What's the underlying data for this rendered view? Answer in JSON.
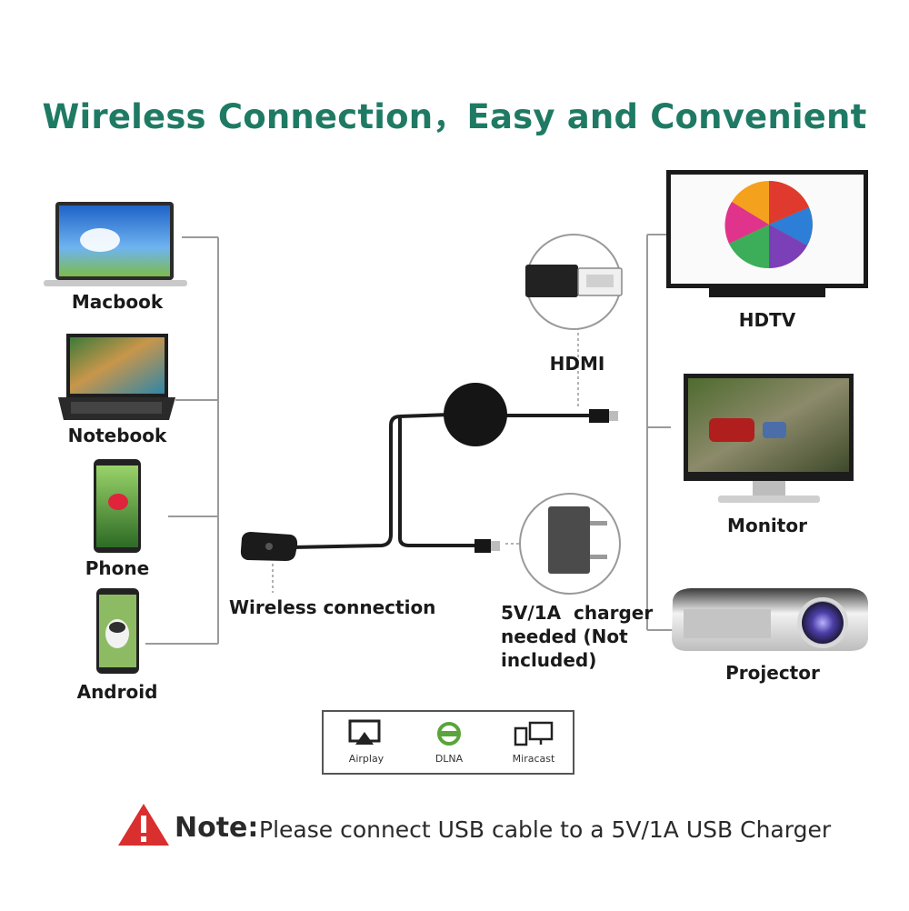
{
  "title": "Wireless Connection，Easy and Convenient",
  "sources": [
    {
      "label": "Macbook"
    },
    {
      "label": "Notebook"
    },
    {
      "label": "Phone"
    },
    {
      "label": "Android"
    }
  ],
  "center": {
    "wireless_label": "Wireless connection",
    "hdmi_label": "HDMI",
    "charger_line1": "5V/1A  charger",
    "charger_line2": "needed (Not",
    "charger_line3": "included)"
  },
  "outputs": [
    {
      "label": "HDTV"
    },
    {
      "label": "Monitor"
    },
    {
      "label": "Projector"
    }
  ],
  "protocols": [
    {
      "label": "Airplay",
      "icon": "airplay-icon"
    },
    {
      "label": "DLNA",
      "icon": "dlna-icon"
    },
    {
      "label": "Miracast",
      "icon": "miracast-icon"
    }
  ],
  "note": {
    "bold": "Note:",
    "text": "Please connect USB cable to a 5V/1A USB Charger",
    "icon": "warning-icon",
    "icon_color": "#d92f2f"
  },
  "colors": {
    "title": "#1f7a64",
    "lines": "#9a9a9a"
  }
}
